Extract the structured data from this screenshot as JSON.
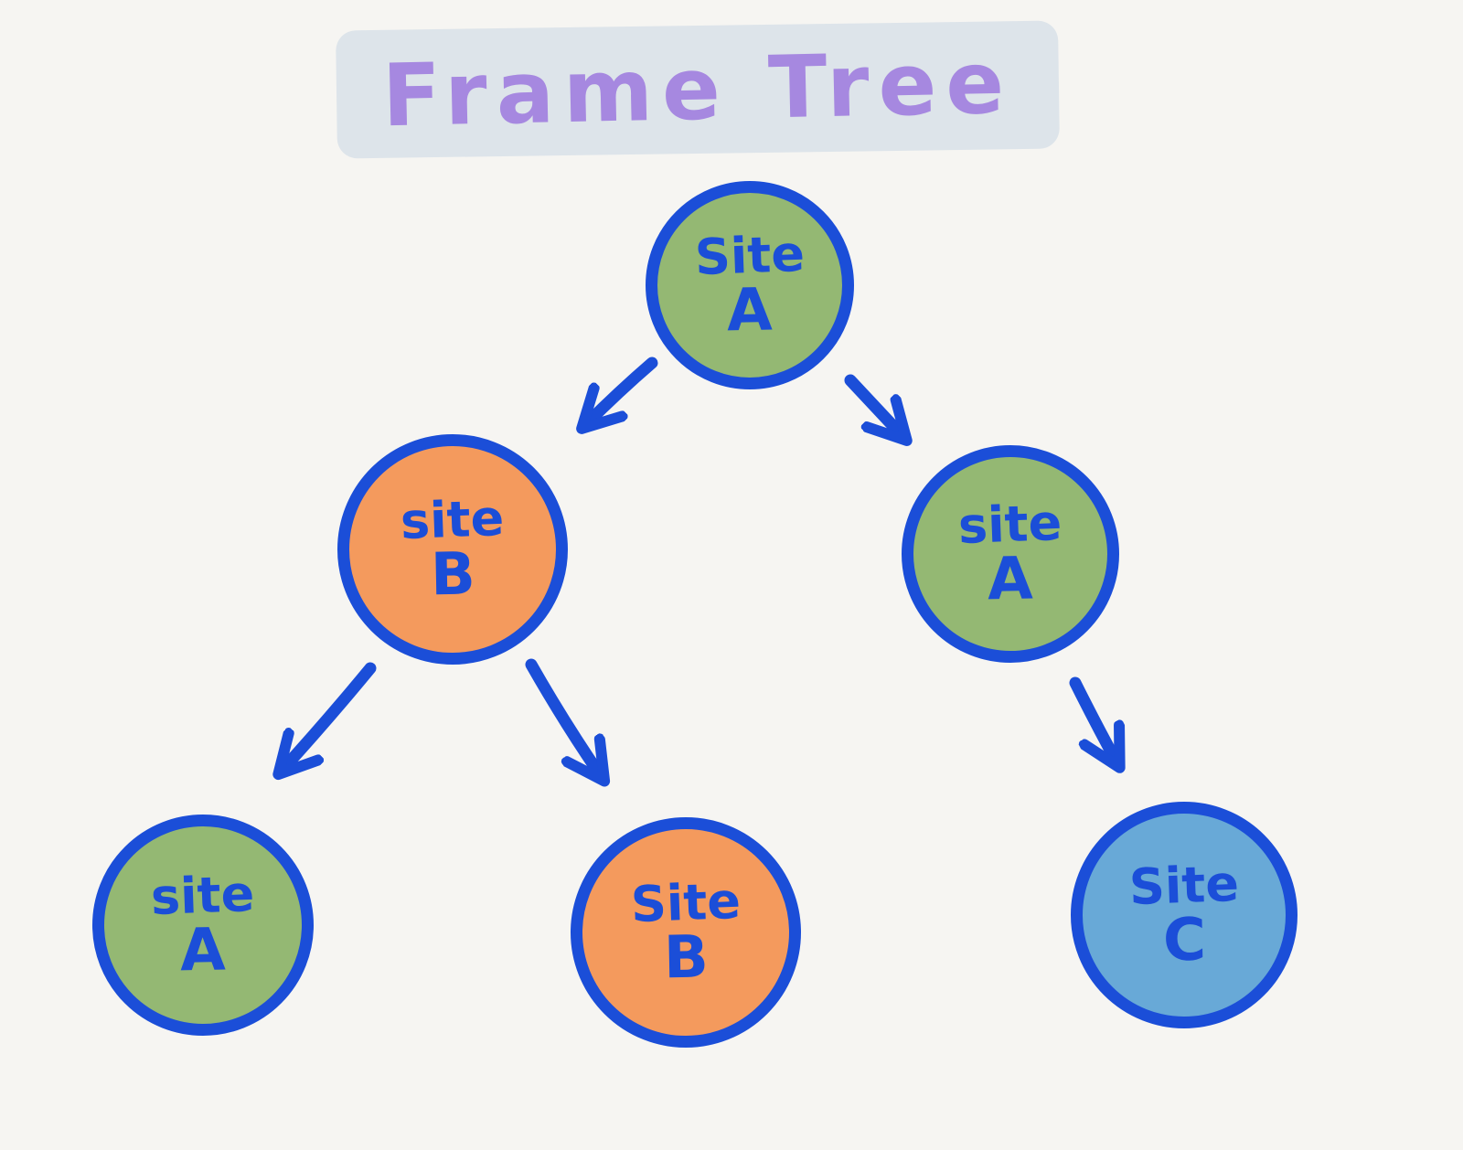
{
  "title": "Frame Tree",
  "colors": {
    "blue": "#1b4ed8",
    "green": "#94b873",
    "orange": "#f49a5d",
    "lightblue": "#68a9d7",
    "purple": "#a688e0",
    "highlight": "#dde4ea",
    "background": "#f6f5f2"
  },
  "nodes": [
    {
      "id": "root",
      "word": "Site",
      "letter": "A",
      "site": "A",
      "fill": "green"
    },
    {
      "id": "mid-left",
      "word": "site",
      "letter": "B",
      "site": "B",
      "fill": "orange"
    },
    {
      "id": "mid-right",
      "word": "site",
      "letter": "A",
      "site": "A",
      "fill": "green"
    },
    {
      "id": "bottom-left",
      "word": "site",
      "letter": "A",
      "site": "A",
      "fill": "green"
    },
    {
      "id": "bottom-mid",
      "word": "Site",
      "letter": "B",
      "site": "B",
      "fill": "orange"
    },
    {
      "id": "bottom-right",
      "word": "Site",
      "letter": "C",
      "site": "C",
      "fill": "lightblue"
    }
  ],
  "edges": [
    {
      "from": "root",
      "to": "mid-left"
    },
    {
      "from": "root",
      "to": "mid-right"
    },
    {
      "from": "mid-left",
      "to": "bottom-left"
    },
    {
      "from": "mid-left",
      "to": "bottom-mid"
    },
    {
      "from": "mid-right",
      "to": "bottom-right"
    }
  ]
}
